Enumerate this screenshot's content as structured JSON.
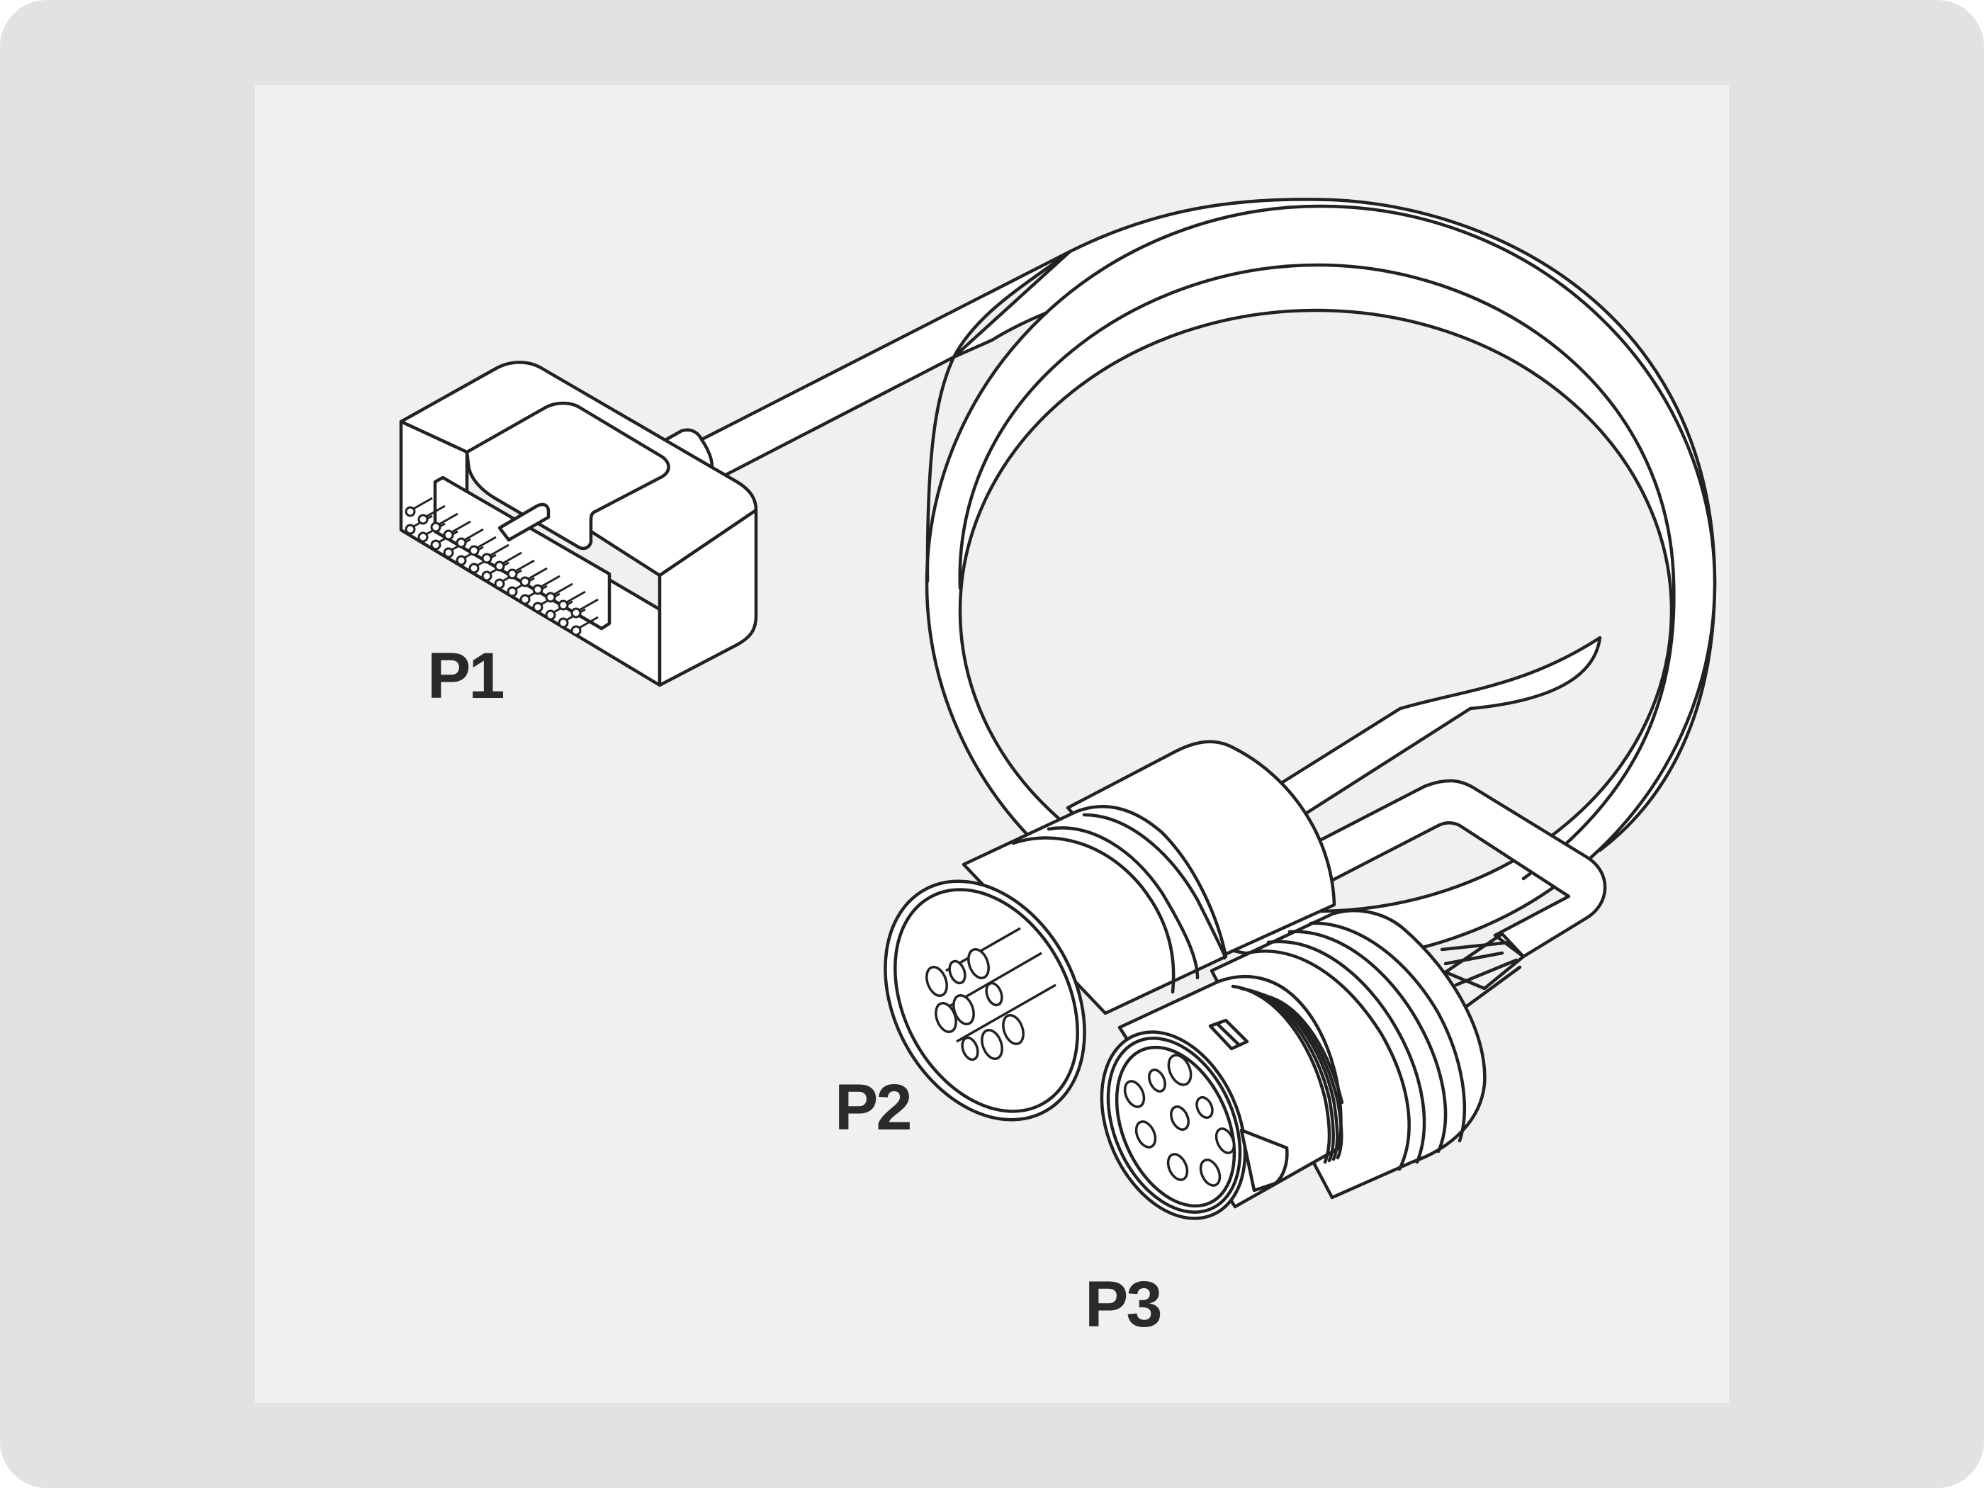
{
  "figure": {
    "description": "Y-cable diagnostic harness with three connectors",
    "background_color": "#e2e2e2",
    "panel_color": "#f0f0f0",
    "line_color": "#222222"
  },
  "connectors": [
    {
      "id": "P1",
      "label": "P1",
      "type": "rectangular multi-pin connector"
    },
    {
      "id": "P2",
      "label": "P2",
      "type": "round 9-pin male connector"
    },
    {
      "id": "P3",
      "label": "P3",
      "type": "round 9-pin female connector"
    }
  ]
}
